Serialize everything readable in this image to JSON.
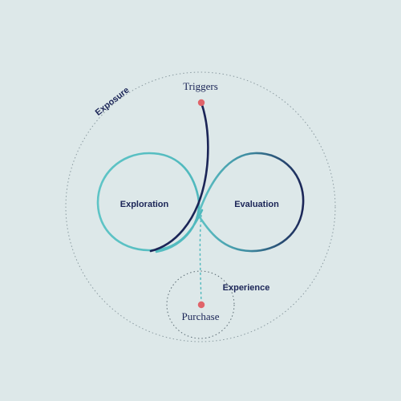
{
  "labels": {
    "exposure": "Exposure",
    "triggers": "Triggers",
    "exploration": "Exploration",
    "evaluation": "Evaluation",
    "experience": "Experience",
    "purchase": "Purchase"
  },
  "colors": {
    "background": "#dde8e9",
    "text": "#1b2557",
    "exploration_loop": "#5ec4c6",
    "evaluation_loop_light": "#3f8fa3",
    "evaluation_loop_dark": "#1b2557",
    "marker": "#e0646a",
    "dotted_outline": "#8a9aa0"
  }
}
